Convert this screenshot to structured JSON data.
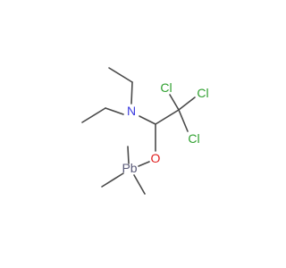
{
  "colors": {
    "bond": "#4a4a4a",
    "N": "#3a3ae0",
    "O": "#e02020",
    "Cl": "#2fa02f",
    "Pb": "#5a5a78"
  },
  "atoms": {
    "N": "N",
    "O": "O",
    "Pb": "Pb",
    "Cl1": "Cl",
    "Cl2": "Cl",
    "Cl3": "Cl"
  }
}
